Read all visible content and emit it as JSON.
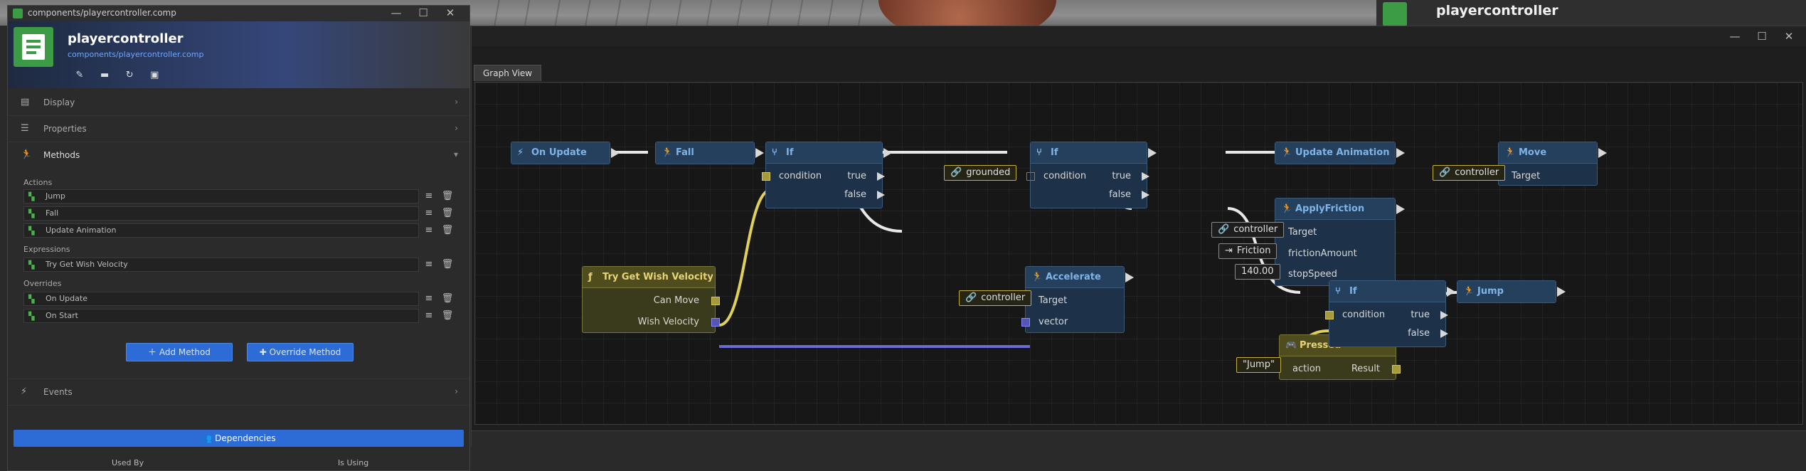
{
  "left_panel": {
    "window_path": "components/playercontroller.comp",
    "title": "playercontroller",
    "subtitle": "components/playercontroller.comp",
    "sections": {
      "display": "Display",
      "properties": "Properties",
      "methods": "Methods",
      "events": "Events"
    },
    "groups": {
      "actions": "Actions",
      "expressions": "Expressions",
      "overrides": "Overrides"
    },
    "actions": [
      "Jump",
      "Fall",
      "Update Animation"
    ],
    "expressions": [
      "Try Get Wish Velocity"
    ],
    "overrides": [
      "On Update",
      "On Start"
    ],
    "add_method": "Add Method",
    "override_method": "Override Method",
    "dependencies": "Dependencies",
    "used_by": "Used By",
    "is_using": "Is Using"
  },
  "right_header": {
    "title": "playercontroller"
  },
  "graph": {
    "tab": "Graph View",
    "nodes": {
      "on_update": "On Update",
      "fall": "Fall",
      "if1": "If",
      "if2": "If",
      "update_animation": "Update Animation",
      "move": "Move",
      "apply_friction": "ApplyFriction",
      "try_get_wish_velocity": "Try Get Wish Velocity",
      "accelerate": "Accelerate",
      "pressed": "Pressed",
      "if3": "If",
      "jump": "Jump"
    },
    "pins": {
      "condition": "condition",
      "true": "true",
      "false": "false",
      "target": "Target",
      "friction_amount": "frictionAmount",
      "stop_speed": "stopSpeed",
      "can_move": "Can Move",
      "wish_velocity": "Wish Velocity",
      "vector": "vector",
      "action": "action",
      "result": "Result"
    },
    "chips": {
      "grounded": "grounded",
      "controller": "controller",
      "friction": "Friction",
      "stop_speed_value": "140.00",
      "jump_string": "\"Jump\""
    }
  },
  "colors": {
    "exec_wire": "#e8e8e8",
    "bool_wire": "#e0cf5a",
    "vector_wire": "#6a6ad8",
    "accent_blue": "#2d6bd6",
    "component_green": "#3c9b45"
  }
}
